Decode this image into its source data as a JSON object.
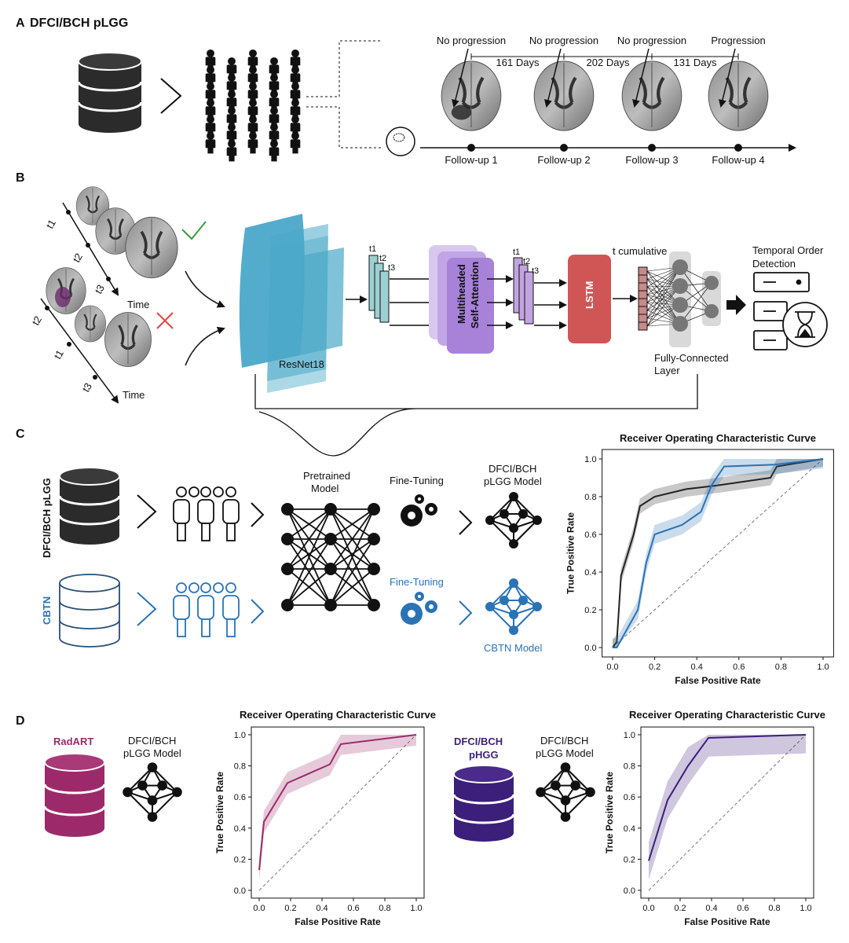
{
  "panel_a": {
    "letter": "A",
    "title": "DFCI/BCH pLGG",
    "scans": [
      "No progression",
      "No progression",
      "No progression",
      "Progression"
    ],
    "intervals": [
      "161 Days",
      "202 Days",
      "131 Days"
    ],
    "followups": [
      "Follow-up 1",
      "Follow-up 2",
      "Follow-up 3",
      "Follow-up 4"
    ]
  },
  "panel_b": {
    "letter": "B",
    "time_label": "Time",
    "t_labels": [
      "t1",
      "t2",
      "t3"
    ],
    "resnet": "ResNet18",
    "attention": [
      "Multiheaded",
      "Self-Attention"
    ],
    "lstm": "LSTM",
    "t_cumulative": "t cumulative",
    "fc": [
      "Fully-Connected",
      "Layer"
    ],
    "temporal": [
      "Temporal Order",
      "Detection"
    ]
  },
  "panel_c": {
    "letter": "C",
    "db1": "DFCI/BCH pLGG",
    "db2": "CBTN",
    "pretrained": [
      "Pretrained",
      "Model"
    ],
    "finetune": "Fine-Tuning",
    "model1": [
      "DFCI/BCH",
      "pLGG Model"
    ],
    "model2": "CBTN Model"
  },
  "panel_d": {
    "letter": "D",
    "db1": "RadART",
    "model": [
      "DFCI/BCH",
      "pLGG Model"
    ],
    "db2": [
      "DFCI/BCH",
      "pHGG"
    ]
  },
  "colors": {
    "black_curve": "#222222",
    "blue": "#2a73b5",
    "radart": "#9c2a6a",
    "phgg": "#3b1f7a",
    "resnet": "#4aa8c8",
    "attention": "#a782d8",
    "lstm": "#d05656",
    "check": "#3c9a3c",
    "cross": "#e0473f"
  },
  "chart_data": [
    {
      "type": "line",
      "panel": "C",
      "title": "Receiver Operating Characteristic Curve",
      "xlabel": "False Positive Rate",
      "ylabel": "True Positive Rate",
      "xlim": [
        0,
        1
      ],
      "ylim": [
        0,
        1
      ],
      "xticks": [
        "0.0",
        "0.2",
        "0.4",
        "0.6",
        "0.8",
        "1.0"
      ],
      "yticks": [
        "0.0",
        "0.2",
        "0.4",
        "0.6",
        "0.8",
        "1.0"
      ],
      "series": [
        {
          "color": "#222222",
          "x": [
            0.0,
            0.02,
            0.04,
            0.1,
            0.13,
            0.2,
            0.35,
            0.5,
            0.75,
            0.78,
            1.0
          ],
          "y": [
            0.0,
            0.03,
            0.38,
            0.6,
            0.75,
            0.8,
            0.84,
            0.86,
            0.9,
            0.96,
            1.0
          ],
          "band": 0.04
        },
        {
          "color": "#2a73b5",
          "x": [
            0.0,
            0.02,
            0.12,
            0.16,
            0.2,
            0.33,
            0.42,
            0.47,
            0.53,
            0.77,
            1.0
          ],
          "y": [
            0.0,
            0.0,
            0.2,
            0.45,
            0.6,
            0.65,
            0.72,
            0.86,
            0.96,
            0.97,
            1.0
          ],
          "band": 0.05
        }
      ]
    },
    {
      "type": "line",
      "panel": "D-left",
      "title": "Receiver Operating Characteristic Curve",
      "xlabel": "False Positive Rate",
      "ylabel": "True Positive Rate",
      "xlim": [
        0,
        1
      ],
      "ylim": [
        0,
        1
      ],
      "xticks": [
        "0.0",
        "0.2",
        "0.4",
        "0.6",
        "0.8",
        "1.0"
      ],
      "yticks": [
        "0.0",
        "0.2",
        "0.4",
        "0.6",
        "0.8",
        "1.0"
      ],
      "series": [
        {
          "color": "#9c2a6a",
          "x": [
            0.0,
            0.03,
            0.18,
            0.45,
            0.52,
            1.0
          ],
          "y": [
            0.13,
            0.44,
            0.69,
            0.81,
            0.94,
            1.0
          ],
          "band": 0.07
        }
      ]
    },
    {
      "type": "line",
      "panel": "D-right",
      "title": "Receiver Operating Characteristic Curve",
      "xlabel": "False Positive Rate",
      "ylabel": "True Positive Rate",
      "xlim": [
        0,
        1
      ],
      "ylim": [
        0,
        1
      ],
      "xticks": [
        "0.0",
        "0.2",
        "0.4",
        "0.6",
        "0.8",
        "1.0"
      ],
      "yticks": [
        "0.0",
        "0.2",
        "0.4",
        "0.6",
        "0.8",
        "1.0"
      ],
      "series": [
        {
          "color": "#3b1f7a",
          "x": [
            0.0,
            0.12,
            0.25,
            0.38,
            1.0
          ],
          "y": [
            0.19,
            0.58,
            0.8,
            0.98,
            1.0
          ],
          "band": 0.12
        }
      ]
    }
  ]
}
